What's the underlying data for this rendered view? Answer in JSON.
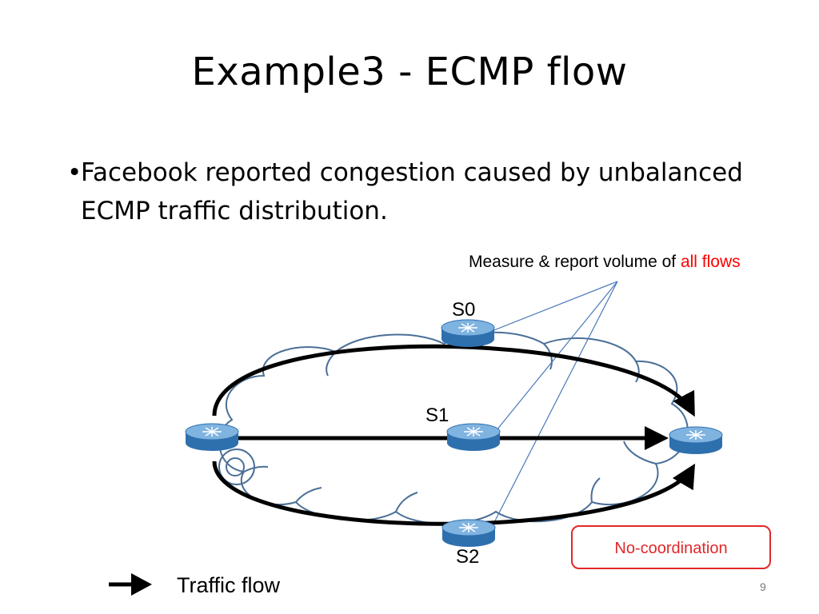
{
  "slide": {
    "title": "Example3 - ECMP flow",
    "bullet_marker": "•",
    "bullet_text_line1": "Facebook reported congestion caused by unbalanced",
    "bullet_text_line2": "ECMP traffic distribution.",
    "page_number": "9"
  },
  "diagram": {
    "caption_prefix": "Measure & report volume of ",
    "caption_highlight": "all flows",
    "nodes": {
      "s0": "S0",
      "s1": "S1",
      "s2": "S2"
    },
    "callout": "No-coordination",
    "legend_label": "Traffic flow"
  },
  "colors": {
    "router_fill": "#3f86c4",
    "router_top": "#7fb3e0",
    "cloud_stroke": "#4a6f96",
    "callout_red": "#e0282a",
    "highlight_red": "#ff0000",
    "pointer_line": "#4a78b8"
  }
}
